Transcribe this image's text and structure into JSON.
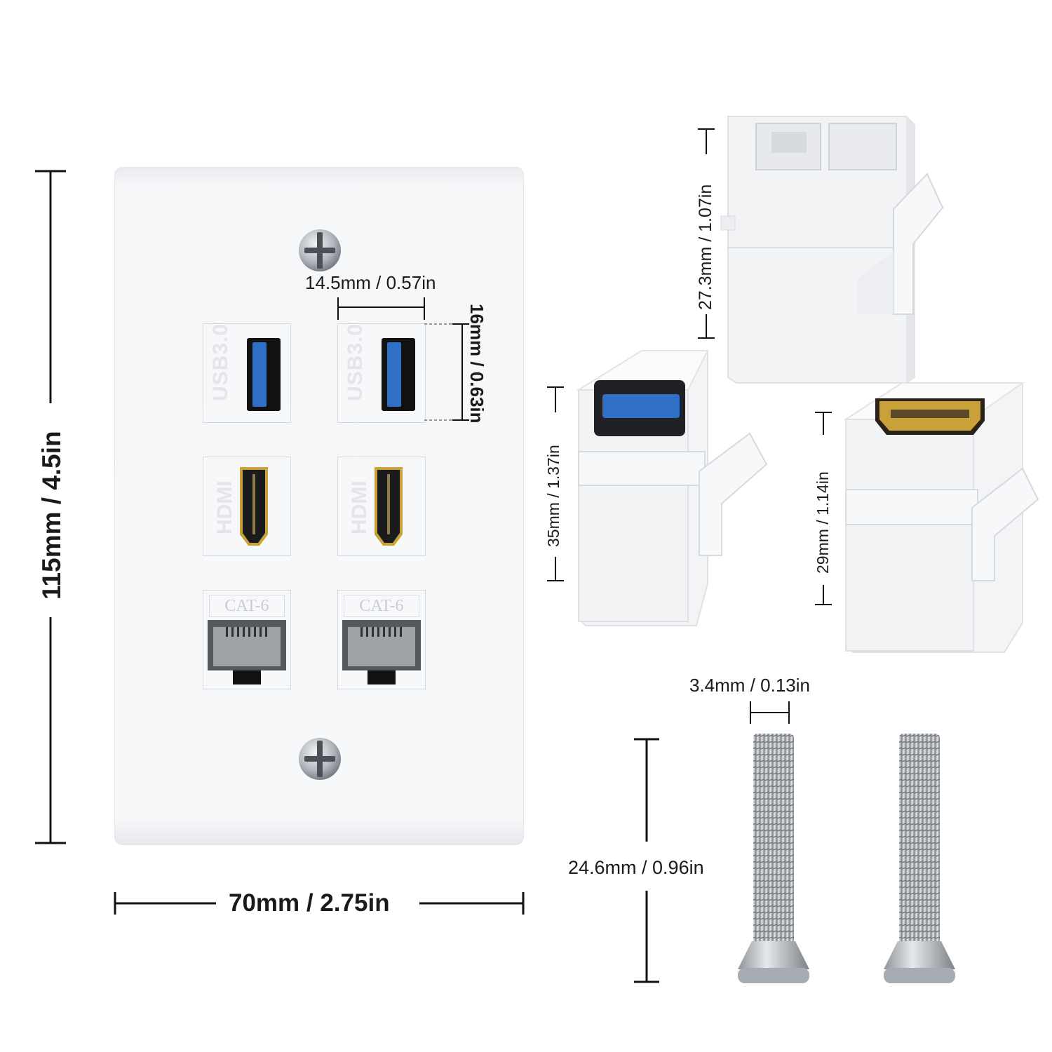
{
  "dimensions": {
    "plate_height": "115mm / 4.5in",
    "plate_width": "70mm / 2.75in",
    "port_spacing": "14.5mm / 0.57in",
    "port_height": "16mm / 0.63in",
    "rj45_keystone_height": "27.3mm / 1.07in",
    "usb_keystone_height": "35mm / 1.37in",
    "hdmi_keystone_height": "29mm / 1.14in",
    "screw_diameter": "3.4mm / 0.13in",
    "screw_length": "24.6mm / 0.96in"
  },
  "plate": {
    "ports": [
      {
        "type": "usb",
        "label": "USB3.0"
      },
      {
        "type": "usb",
        "label": "USB3.0"
      },
      {
        "type": "hdmi",
        "label": "HDMI"
      },
      {
        "type": "hdmi",
        "label": "HDMI"
      },
      {
        "type": "rj45",
        "label": "CAT-6"
      },
      {
        "type": "rj45",
        "label": "CAT-6"
      }
    ]
  },
  "colors": {
    "usb_blue": "#2f6fc4",
    "hdmi_gold": "#c9a13a",
    "plate_white": "#f4f5f7",
    "screw_silver": "#b8bcc2"
  }
}
